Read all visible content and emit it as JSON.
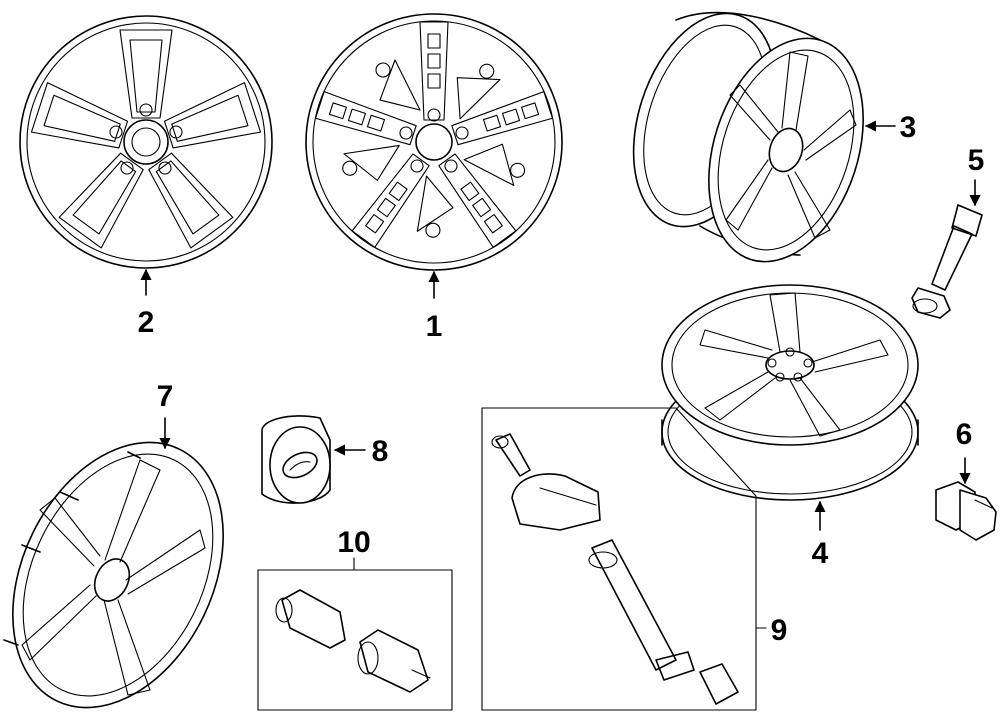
{
  "parts": [
    {
      "id": "part-1",
      "label": "1"
    },
    {
      "id": "part-2",
      "label": "2"
    },
    {
      "id": "part-3",
      "label": "3"
    },
    {
      "id": "part-4",
      "label": "4"
    },
    {
      "id": "part-5",
      "label": "5"
    },
    {
      "id": "part-6",
      "label": "6"
    },
    {
      "id": "part-7",
      "label": "7"
    },
    {
      "id": "part-8",
      "label": "8"
    },
    {
      "id": "part-9",
      "label": "9"
    },
    {
      "id": "part-10",
      "label": "10"
    }
  ],
  "colors": {
    "line": "#000000",
    "background": "#ffffff"
  }
}
